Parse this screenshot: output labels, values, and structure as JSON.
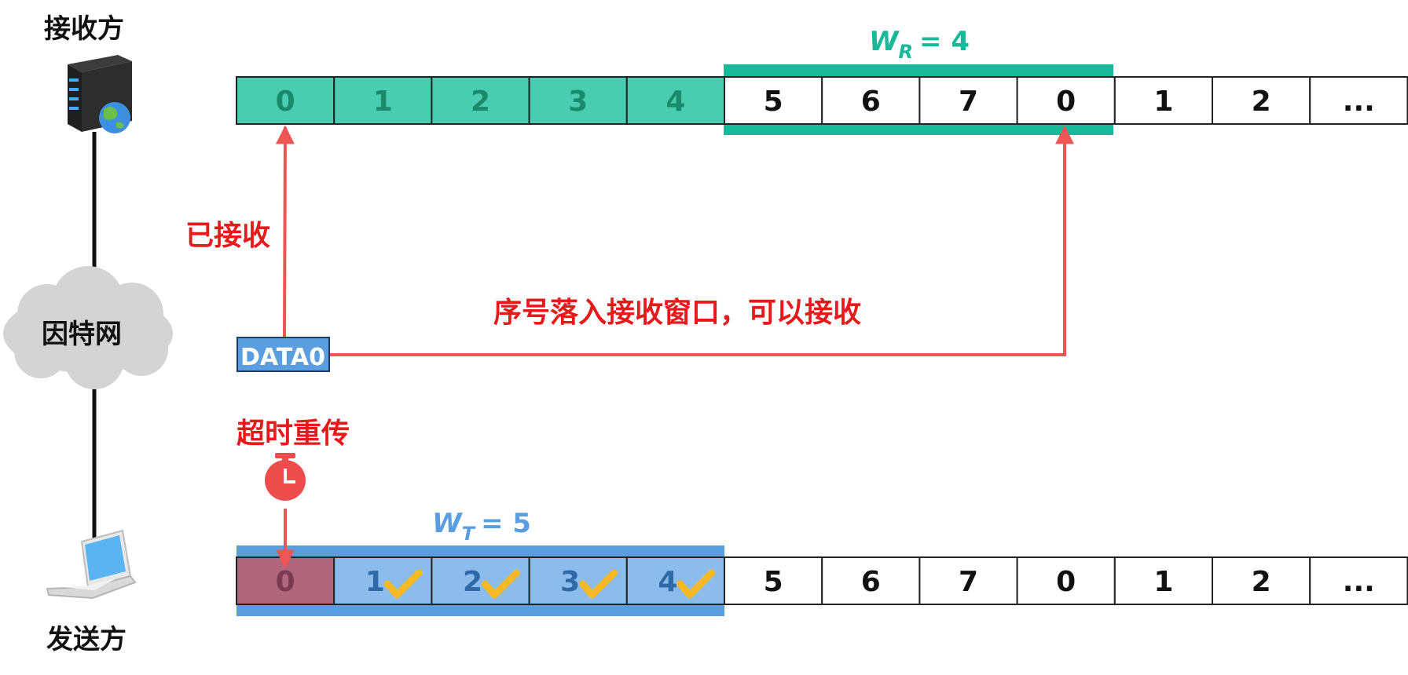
{
  "receiver": {
    "label": "接收方"
  },
  "internet": {
    "label": "因特网"
  },
  "sender": {
    "label": "发送方"
  },
  "receiver_row": {
    "cells": [
      {
        "label": "0",
        "state": "received"
      },
      {
        "label": "1",
        "state": "received"
      },
      {
        "label": "2",
        "state": "received"
      },
      {
        "label": "3",
        "state": "received"
      },
      {
        "label": "4",
        "state": "received"
      },
      {
        "label": "5",
        "state": "window"
      },
      {
        "label": "6",
        "state": "window"
      },
      {
        "label": "7",
        "state": "window"
      },
      {
        "label": "0",
        "state": "window"
      },
      {
        "label": "1",
        "state": "plain"
      },
      {
        "label": "2",
        "state": "plain"
      },
      {
        "label": "...",
        "state": "plain"
      }
    ],
    "window": {
      "symbol": "W",
      "subscript": "R",
      "equals": "= 4",
      "start": 5,
      "size": 4
    }
  },
  "sender_row": {
    "cells": [
      {
        "label": "0",
        "state": "resend",
        "check": false
      },
      {
        "label": "1",
        "state": "acked",
        "check": true
      },
      {
        "label": "2",
        "state": "acked",
        "check": true
      },
      {
        "label": "3",
        "state": "acked",
        "check": true
      },
      {
        "label": "4",
        "state": "acked",
        "check": true
      },
      {
        "label": "5",
        "state": "plain",
        "check": false
      },
      {
        "label": "6",
        "state": "plain",
        "check": false
      },
      {
        "label": "7",
        "state": "plain",
        "check": false
      },
      {
        "label": "0",
        "state": "plain",
        "check": false
      },
      {
        "label": "1",
        "state": "plain",
        "check": false
      },
      {
        "label": "2",
        "state": "plain",
        "check": false
      },
      {
        "label": "...",
        "state": "plain",
        "check": false
      }
    ],
    "window": {
      "symbol": "W",
      "subscript": "T",
      "equals": "= 5",
      "start": 0,
      "size": 5
    }
  },
  "packet": {
    "label": "DATA0"
  },
  "annotations": {
    "received": "已接收",
    "falls_in_window": "序号落入接收窗口，可以接收",
    "timeout": "超时重传"
  },
  "colors": {
    "received_fill": "#48cdb0",
    "received_text": "#1a8a6a",
    "receiver_window": "#18b898",
    "sender_window": "#5b9ee0",
    "sender_fill": "#8cbcec",
    "sender_text": "#2e6aa8",
    "resend_fill": "#b0677e",
    "resend_text": "#7a3a50",
    "arrow_red": "#ee5555",
    "annotation_red": "#e51a1a",
    "check_yellow": "#f7b923",
    "packet_fill": "#5b9ee0",
    "timer_red": "#ee4d4d",
    "cloud": "#d4d4d4"
  }
}
